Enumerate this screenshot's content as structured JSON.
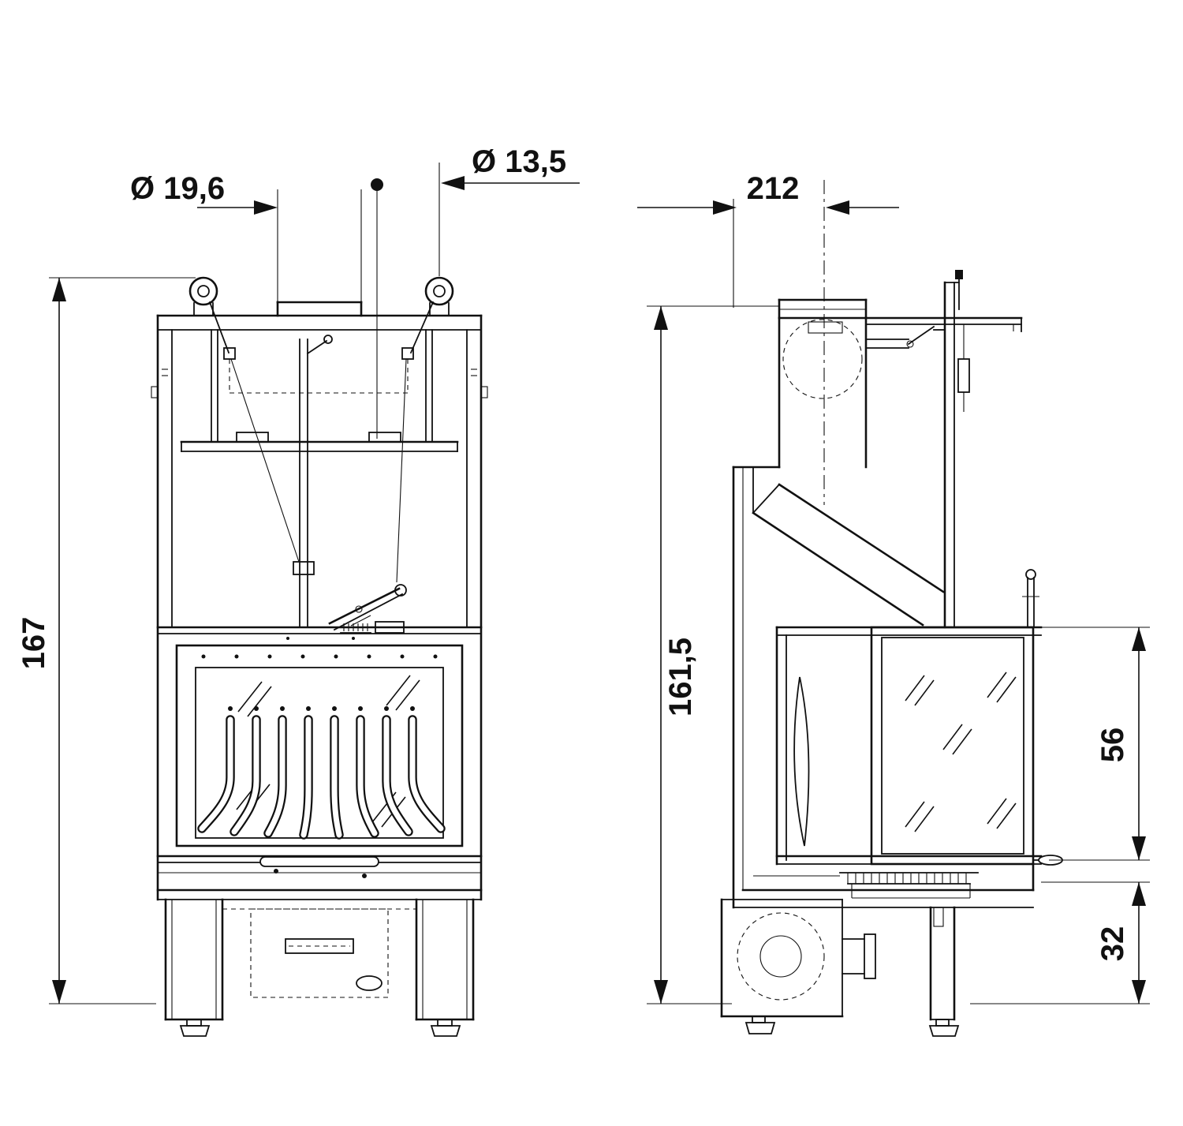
{
  "meta": {
    "background": "#ffffff",
    "line_color": "#111111"
  },
  "dims": {
    "hole_left": {
      "label": "Ø 19,6"
    },
    "hole_right": {
      "label": "Ø 13,5"
    },
    "total_height": {
      "label": "167"
    },
    "depth": {
      "label": "212"
    },
    "side_height": {
      "label": "161,5"
    },
    "glass_height": {
      "label": "56"
    },
    "base_height": {
      "label": "32"
    }
  }
}
